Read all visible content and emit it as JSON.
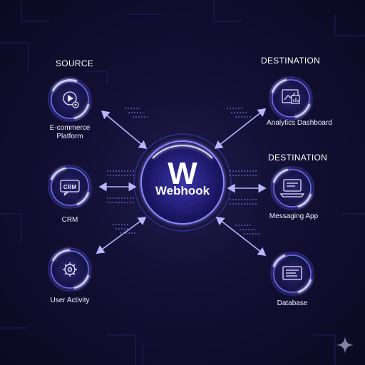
{
  "hub": {
    "letter": "W",
    "title": "Webhook",
    "icon": "webhook-logo"
  },
  "headings": {
    "source": "SOURCE",
    "destination_top": "DESTINATION",
    "destination_mid": "DESTINATION"
  },
  "nodes": {
    "ecommerce": {
      "label": "E-commerce\nPlatform",
      "icon": "video-gear-icon"
    },
    "crm": {
      "label": "CRM",
      "icon": "crm-icon"
    },
    "user_activity": {
      "label": "User Activity",
      "icon": "gear-icon"
    },
    "analytics": {
      "label": "Analytics Dashboard",
      "icon": "chart-dashboard-icon"
    },
    "messaging": {
      "label": "Messaging App",
      "icon": "laptop-icon"
    },
    "database": {
      "label": "Database",
      "icon": "database-icon"
    }
  },
  "colors": {
    "background": "#120f33",
    "glow": "#6f6cff",
    "ring": "#8b87ff",
    "accent": "#b9b6ff",
    "text": "#ffffff"
  },
  "watermark_icon": "sparkle-icon"
}
